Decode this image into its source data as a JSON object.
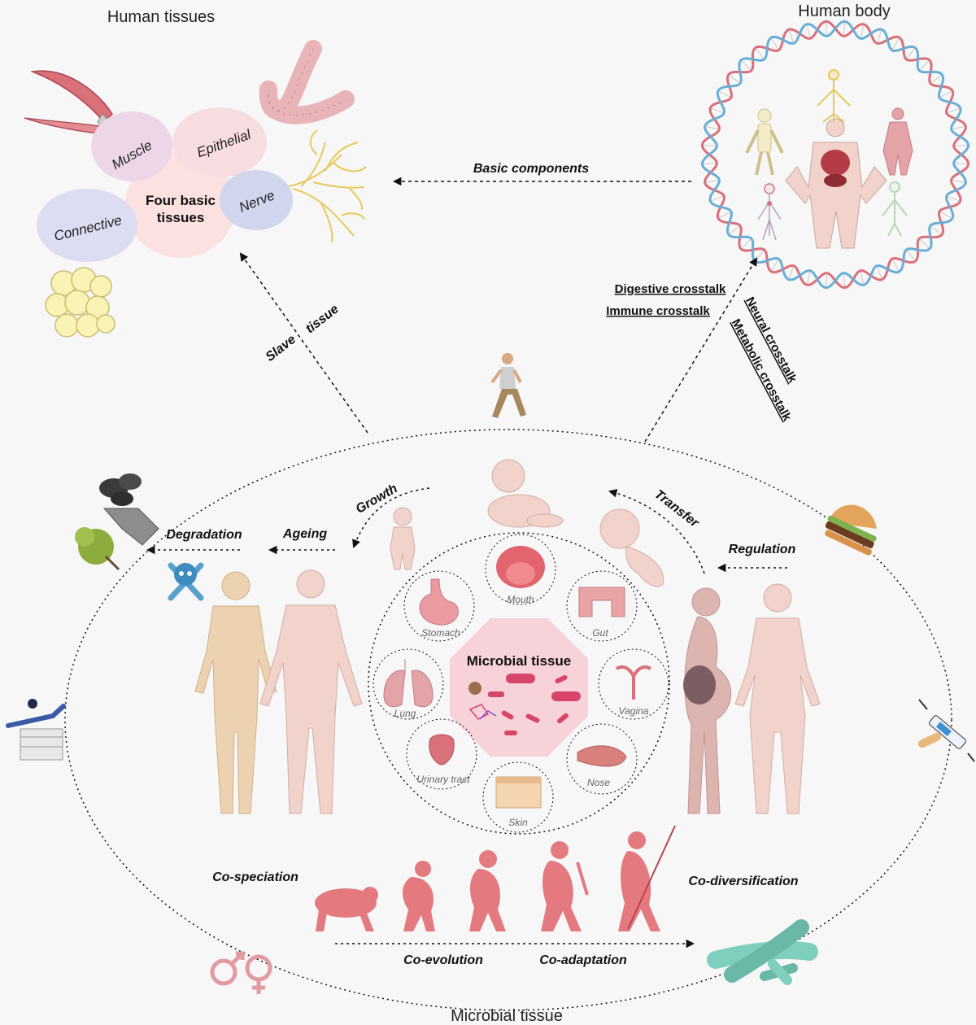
{
  "titles": {
    "human_tissues": "Human tissues",
    "human_body": "Human body",
    "microbial_tissue_bottom": "Microbial tissue"
  },
  "tissues": {
    "muscle": "Muscle",
    "epithelial": "Epithelial",
    "connective": "Connective",
    "nerve": "Nerve",
    "center_line1": "Four basic",
    "center_line2": "tissues"
  },
  "arrows": {
    "basic_components": "Basic components",
    "slave": "Slave",
    "tissue": "tissue",
    "digestive_crosstalk": "Digestive crosstalk",
    "immune_crosstalk": "Immune crosstalk",
    "neural_crosstalk": "Neural crosstalk",
    "metabolic_crosstalk": "Metabolic crosstalk"
  },
  "lifecycle": {
    "growth": "Growth",
    "ageing": "Ageing",
    "degradation": "Degradation",
    "transfer": "Transfer",
    "regulation": "Regulation"
  },
  "center": {
    "title": "Microbial tissue",
    "organs": {
      "mouth": "Mouth",
      "gut": "Gut",
      "vagina": "Vagina",
      "nose": "Nose",
      "skin": "Skin",
      "urinary": "Urinary  tract",
      "lung": "Lung",
      "stomach": "Stomach"
    }
  },
  "evolution": {
    "co_speciation": "Co-speciation",
    "co_diversification": "Co-diversification",
    "co_evolution": "Co-evolution",
    "co_adaptation": "Co-adaptation"
  },
  "colors": {
    "dna_red": "#d9707a",
    "dna_blue": "#6aaed6",
    "skin": "#f1d3cb",
    "elder": "#ecd2b0",
    "pregnant": "#dcb4b0",
    "primate": "#e47a80",
    "muscle_bubble": "#ecd6e8",
    "epi_bubble": "#f7dde0",
    "conn_bubble": "#dcdcf3",
    "nerve_bubble": "#cfd6ee",
    "center_bubble": "#fbe1df",
    "nerve_fibre": "#e6c95a",
    "microbe_hex": "#f7d3d9"
  }
}
